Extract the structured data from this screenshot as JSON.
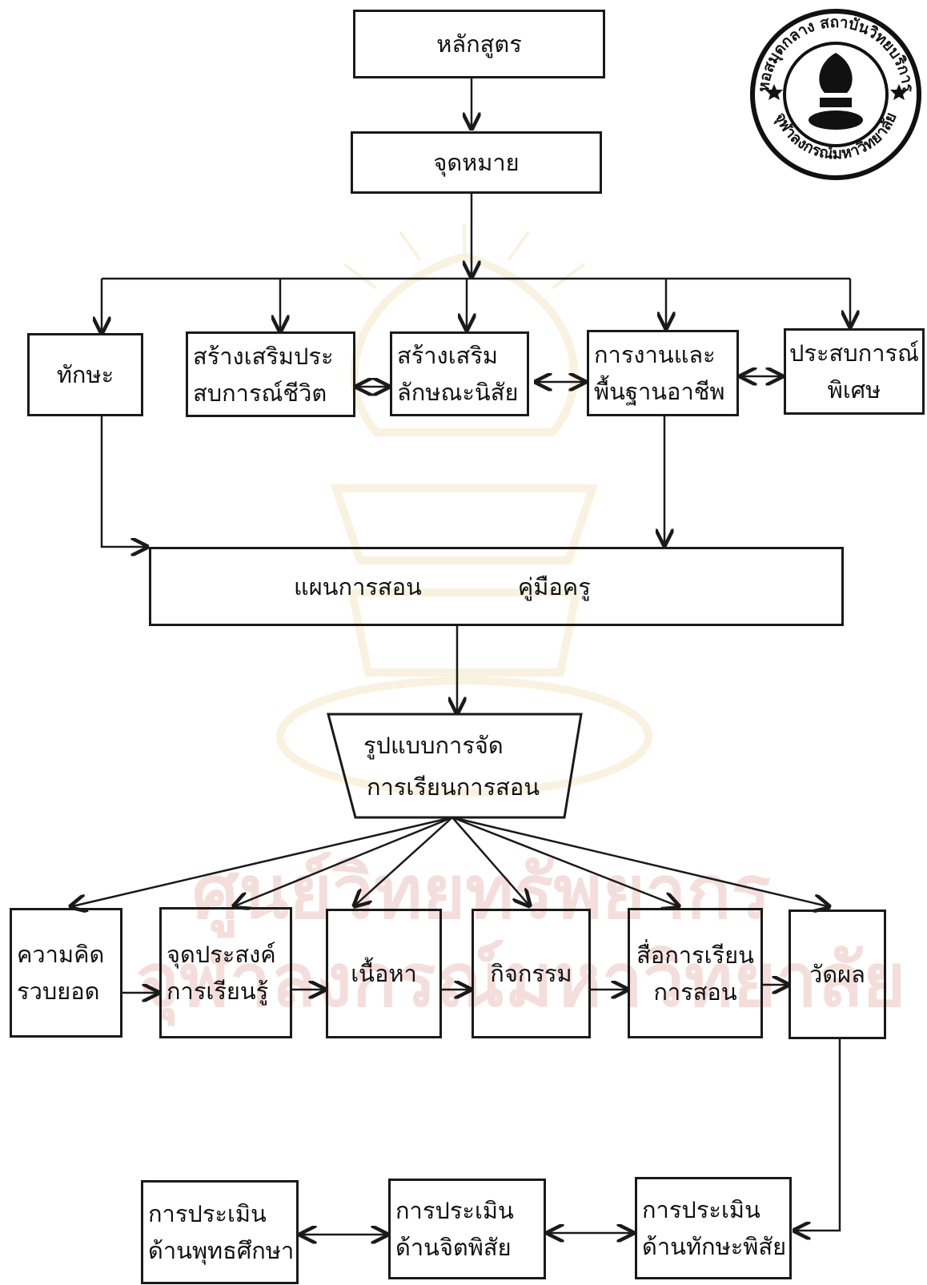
{
  "diagram": {
    "curriculum": "หลักสูตร",
    "goals": "จุดหมาย",
    "skills": "ทักษะ",
    "life_experience": [
      "สร้างเสริมประ",
      "สบการณ์ชีวิต"
    ],
    "character": [
      "สร้างเสริม",
      "ลักษณะนิสัย"
    ],
    "work_career": [
      "การงานและ",
      "พื้นฐานอาชีพ"
    ],
    "special_experience": [
      "ประสบการณ์",
      "พิเศษ"
    ],
    "plan_label": "แผนการสอน",
    "manual_label": "คู่มือครู",
    "model": [
      "รูปแบบการจัด",
      "การเรียนการสอน"
    ],
    "components": [
      [
        "ความคิด",
        "รวบยอด"
      ],
      [
        "จุดประสงค์",
        "การเรียนรู้"
      ],
      [
        "เนื้อหา"
      ],
      [
        "กิจกรรม"
      ],
      [
        "สื่อการเรียน",
        "การสอน"
      ],
      [
        "วัดผล"
      ]
    ],
    "evaluations": [
      [
        "การประเมิน",
        "ด้านพุทธศึกษา"
      ],
      [
        "การประเมิน",
        "ด้านจิตพิสัย"
      ],
      [
        "การประเมิน",
        "ด้านทักษะพิสัย"
      ]
    ]
  },
  "seal": {
    "text_top": "หอสมุดกลาง สถาบันวิทยบริการ",
    "text_bottom": "จุฬาลงกรณ์มหาวิทยาลัย"
  },
  "watermark": {
    "line1": "ศูนย์วิทยทรัพยากร",
    "line2": "จุฬาลงกรณ์มหาวิทยาลัย"
  },
  "colors": {
    "ink": "#1a1a1a",
    "watermark": "#c0392b"
  }
}
